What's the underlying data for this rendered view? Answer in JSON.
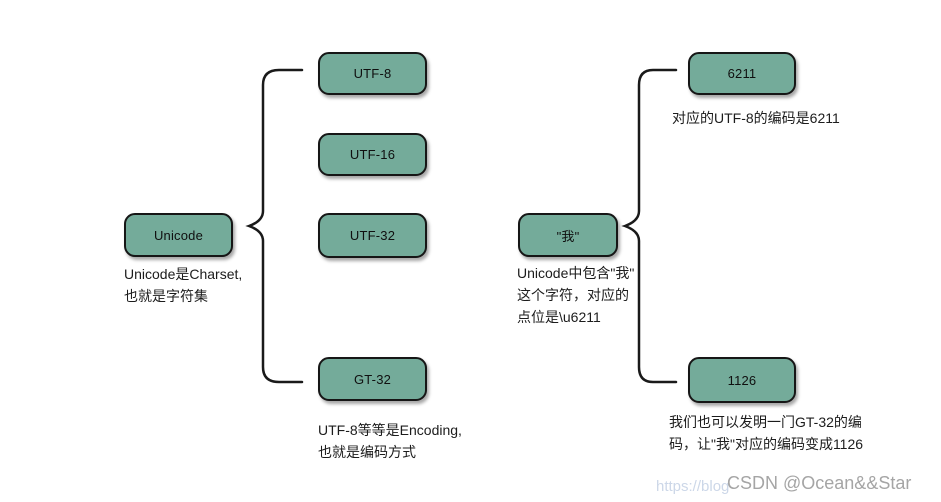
{
  "diagram": {
    "left": {
      "root_label": "Unicode",
      "root_caption": "Unicode是Charset,\n也就是字符集",
      "children": [
        "UTF-8",
        "UTF-16",
        "UTF-32",
        "GT-32"
      ],
      "children_caption": "UTF-8等等是Encoding,\n也就是编码方式"
    },
    "right": {
      "root_label": "\"我\"",
      "root_caption": "Unicode中包含\"我\"\n这个字符，对应的\n点位是\\u6211",
      "children": [
        {
          "label": "6211",
          "caption": "对应的UTF-8的编码是6211"
        },
        {
          "label": "1126",
          "caption": "我们也可以发明一门GT-32的编\n码，让\"我\"对应的编码变成1126"
        }
      ]
    }
  },
  "watermark": {
    "url": "https://blog",
    "credit": "CSDN @Ocean&&Star"
  },
  "colors": {
    "node_fill": "#74ab9a",
    "node_border": "#161616",
    "connector": "#1a1a1a",
    "caption_text": "#1c1c1c",
    "watermark_url": "#ccd7e8",
    "watermark_credit": "#a5a5a5"
  }
}
